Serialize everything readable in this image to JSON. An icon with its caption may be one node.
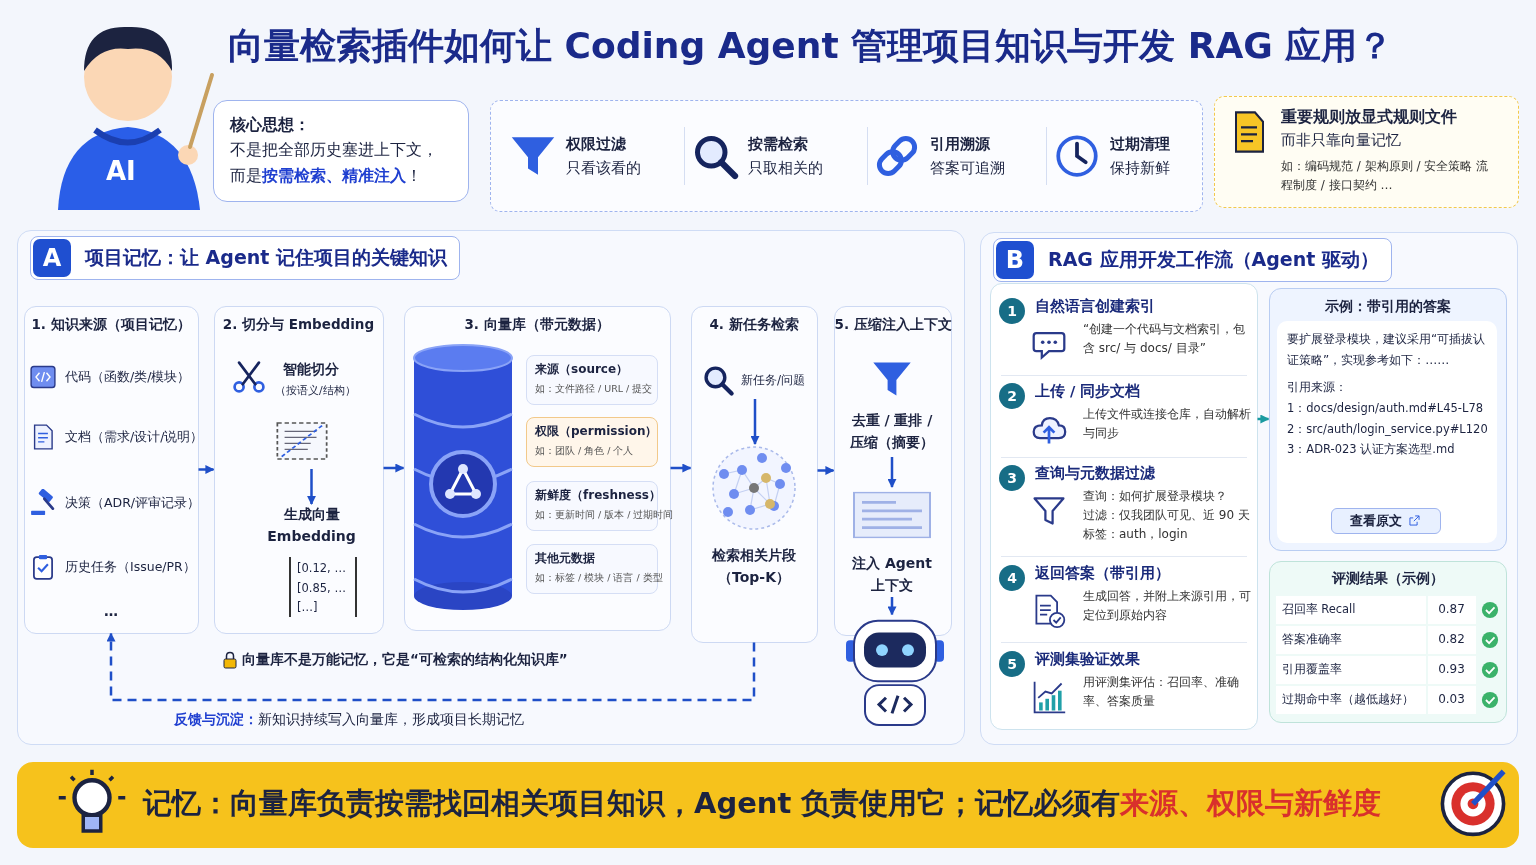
{
  "diagram": {
    "title": "向量检索插件如何让 Coding Agent 管理项目知识与开发 RAG 应用？",
    "nodes": [
      {
        "text": [
          "核心思想：",
          "不是把全部历史塞进上下文，而是**按需检索、精准注入**！"
        ]
      },
      {
        "text": [],
        "shape": "box"
      },
      {
        "text": [
          "权限过滤",
          "只看该看的"
        ],
        "in": 1
      },
      {
        "text": [
          "按需检索",
          "只取相关的"
        ],
        "in": 1
      },
      {
        "text": [
          "引用溯源",
          "答案可追溯"
        ],
        "in": 1
      },
      {
        "text": [
          "过期清理",
          "保持新鲜"
        ],
        "in": 1
      },
      {
        "text": [
          "重要规则放显式规则文件",
          "而非只靠向量记忆",
          "如：编码规范 / 架构原则 / 安全策略 流程制度 / 接口契约 …"
        ]
      },
      {
        "text": [
          "A",
          "项目记忆：让 Agent 记住项目的关键知识"
        ]
      },
      {
        "text": [
          "1. 知识来源（项目记忆）",
          "…"
        ],
        "in": 7
      },
      {
        "text": [
          "代码（函数/类/模块）"
        ],
        "in": 8
      },
      {
        "text": [
          "文档（需求/设计/说明）"
        ],
        "in": 8
      },
      {
        "text": [
          "决策（ADR/评审记录）"
        ],
        "in": 8
      },
      {
        "text": [
          "历史任务（Issue/PR）"
        ],
        "in": 8
      },
      {
        "text": [
          "2. 切分与 Embedding"
        ],
        "in": 7
      },
      {
        "text": [
          "智能切分",
          "（按语义/结构）"
        ],
        "in": 13
      },
      {
        "text": [
          "生成向量 Embedding"
        ],
        "in": 13
      },
      {
        "text": [
          "[0.12, …",
          "[0.85, …",
          "[…]"
        ],
        "in": 13
      },
      {
        "text": [
          "3. 向量库（带元数据）"
        ],
        "in": 7
      },
      {
        "text": [],
        "shape": "cylinder",
        "in": 17
      },
      {
        "text": [
          "来源（source）",
          "如：文件路径 / URL / 提交"
        ],
        "in": 17
      },
      {
        "text": [
          "权限（permission）",
          "如：团队 / 角色 / 个人"
        ],
        "in": 17
      },
      {
        "text": [
          "新鲜度（freshness）",
          "如：更新时间 / 版本 / 过期时间"
        ],
        "in": 17
      },
      {
        "text": [
          "其他元数据",
          "如：标签 / 模块 / 语言 / 类型"
        ],
        "in": 17
      },
      {
        "text": [
          "4. 新任务检索"
        ],
        "in": 7
      },
      {
        "text": [
          "新任务/问题"
        ],
        "in": 23
      },
      {
        "text": [
          "检索相关片段（Top-K）"
        ],
        "in": 23
      },
      {
        "text": [
          "5. 压缩注入上下文"
        ],
        "in": 7
      },
      {
        "text": [
          "去重 / 重排 / 压缩（摘要）"
        ],
        "in": 26
      },
      {
        "text": [
          "注入 Agent 上下文"
        ],
        "in": 26
      },
      {
        "text": [],
        "shape": "picture",
        "in": 7
      },
      {
        "text": [
          "B",
          "RAG 应用开发工作流（Agent 驱动）"
        ]
      },
      {
        "text": [],
        "shape": "box",
        "in": 30
      },
      {
        "text": [
          "1",
          "自然语言创建索引",
          "“创建一个代码与文档索引，包含 src/ 与 docs/ 目录”"
        ],
        "in": 31
      },
      {
        "text": [
          "2",
          "上传 / 同步文档",
          "上传文件或连接仓库，自动解析与同步"
        ],
        "in": 31
      },
      {
        "text": [
          "3",
          "查询与元数据过滤",
          "查询：如何扩展登录模块？",
          "过滤：仅我团队可见、近 90 天",
          "标签：auth，login"
        ],
        "in": 31
      },
      {
        "text": [
          "4",
          "返回答案（带引用）",
          "生成回答，并附上来源引用，可定位到原始内容"
        ],
        "in": 31
      },
      {
        "text": [
          "5",
          "评测集验证效果",
          "用评测集评估：召回率、准确率、答案质量"
        ],
        "in": 31
      },
      {
        "text": [
          "示例：带引用的答案"
        ],
        "in": 30
      },
      {
        "text": [
          "要扩展登录模块，建议采用“可插拔认证策略”，实现参考如下：……",
          "引用来源：",
          "1：docs/design/auth.md#L45-L78",
          "2：src/auth/login_service.py#L120",
          "3：ADR-023 认证方案选型.md"
        ],
        "in": 37
      },
      {
        "text": [
          "查看原文"
        ],
        "in": 38
      },
      {
        "text": [
          "评测结果（示例）"
        ],
        "in": 30
      },
      {
        "text": [
          "记忆：向量库负责按需找回相关项目知识，Agent 负责使用它；记忆必须有**来源、权限与新鲜度**"
        ]
      }
    ],
    "edges": [
      {
        "from": 14,
        "to": 15,
        "arrow": "to"
      },
      {
        "from": 24,
        "to": 25,
        "arrow": "to"
      },
      {
        "from": 27,
        "to": 28,
        "arrow": "to"
      },
      {
        "from": 28,
        "to": 29,
        "arrow": "to"
      },
      {
        "from": 8,
        "to": 13,
        "arrow": "to"
      },
      {
        "from": 13,
        "to": 17,
        "arrow": "to"
      },
      {
        "from": 17,
        "to": 23,
        "arrow": "to"
      },
      {
        "from": 23,
        "to": 26,
        "arrow": "to"
      },
      {
        "from": 23,
        "to": 8,
        "arrow": "to",
        "style": "dashed",
        "label": "**反馈与沉淀：**新知识持续写入向量库，形成项目长期记忆"
      },
      {
        "from": 31,
        "to": 37,
        "arrow": "to",
        "color": "#1a9aa0"
      }
    ],
    "labels": [
      "向量库不是万能记忆，它是“可检索的结构化知识库”",
      "召回率 Recall",
      "0.87",
      "答案准确率",
      "0.82",
      "引用覆盖率",
      "0.93",
      "过期命中率（越低越好）",
      "0.03",
      "AI"
    ]
  }
}
